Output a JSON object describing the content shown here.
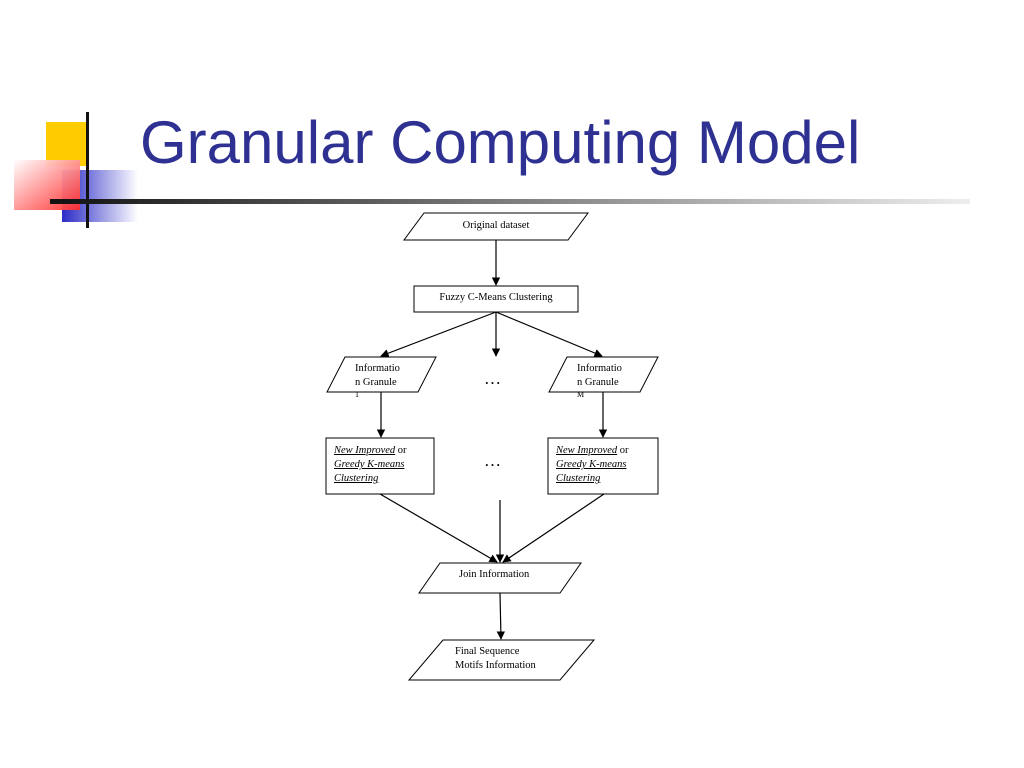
{
  "slide": {
    "title": "Granular Computing Model",
    "colors": {
      "title": "#2e3192",
      "deco_yellow": "#ffcc00",
      "deco_red": "#ff3333",
      "deco_blue": "#3333cc"
    }
  },
  "flowchart": {
    "original_dataset": "Original dataset",
    "fuzzy_clustering": "Fuzzy C-Means Clustering",
    "granule_left": [
      "Informatio",
      "n Granule",
      "1"
    ],
    "granule_right": [
      "Informatio",
      "n Granule",
      "M"
    ],
    "ellipsis": "…",
    "kmeans_new_improved": "New Improved",
    "kmeans_or": " or",
    "kmeans_greedy": "Greedy K-means",
    "kmeans_clustering": "Clustering",
    "join_information": "Join Information",
    "final_motifs": [
      "Final Sequence",
      "Motifs Information"
    ]
  }
}
